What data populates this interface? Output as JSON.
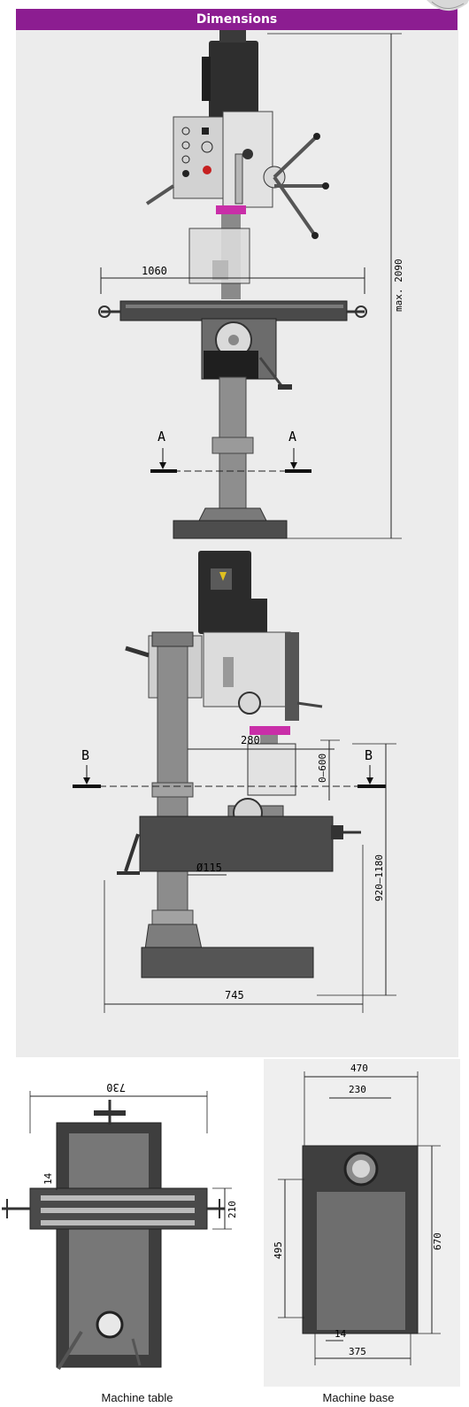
{
  "header": {
    "title": "Dimensions"
  },
  "front_view": {
    "table_width": "1060",
    "max_height": "max. 2090",
    "section_label_left": "A",
    "section_label_right": "A"
  },
  "side_view": {
    "reach": "280",
    "stroke": "0–600",
    "table_height": "920–1180",
    "column_diameter": "Ø115",
    "overall_depth": "745",
    "section_label_left": "B",
    "section_label_right": "B"
  },
  "table_view": {
    "width_dim": "730",
    "slot_dim": "14",
    "depth_dim": "210",
    "caption": "Machine table"
  },
  "base_view": {
    "width_dim": "470",
    "inner_width_dim": "230",
    "depth_dim": "670",
    "inner_depth_dim": "495",
    "slot_dim": "14",
    "bolt_spacing_dim": "375",
    "caption": "Machine base"
  },
  "colors": {
    "header": "#8c1d91",
    "accent": "#c92ea8",
    "background": "#ebebeb"
  }
}
